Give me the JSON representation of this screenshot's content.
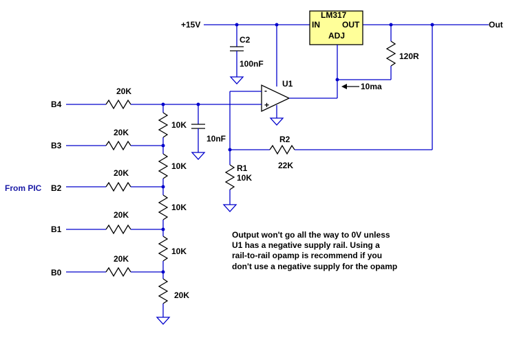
{
  "supply": {
    "label": "+15V"
  },
  "output": {
    "label": "Out"
  },
  "regulator": {
    "name": "LM317",
    "pin_in": "IN",
    "pin_out": "OUT",
    "pin_adj": "ADJ"
  },
  "c2": {
    "ref": "C2",
    "value": "100nF"
  },
  "r_120": {
    "value": "120R"
  },
  "current": {
    "label": "10ma"
  },
  "opamp": {
    "ref": "U1",
    "minus": "-",
    "plus": "+"
  },
  "c_filter": {
    "value": "10nF"
  },
  "r1": {
    "ref": "R1",
    "value": "10K"
  },
  "r2": {
    "ref": "R2",
    "value": "22K"
  },
  "inputs": {
    "group_label": "From PIC",
    "b4": "B4",
    "b3": "B3",
    "b2": "B2",
    "b1": "B1",
    "b0": "B0"
  },
  "ladder": {
    "series_b4": "20K",
    "series_b3": "20K",
    "series_b2": "20K",
    "series_b1": "20K",
    "series_b0": "20K",
    "shunt_1": "10K",
    "shunt_2": "10K",
    "shunt_3": "10K",
    "shunt_4": "10K",
    "shunt_bottom": "20K"
  },
  "note": {
    "line1": "Output won't go all the way to 0V unless",
    "line2": "U1 has a negative supply rail. Using a",
    "line3": "rail-to-rail opamp is recommend if you",
    "line4": "don't use a negative supply for the opamp"
  }
}
